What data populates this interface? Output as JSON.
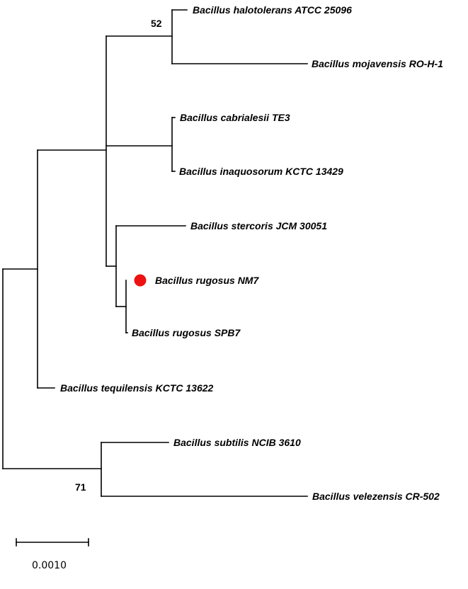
{
  "tree": {
    "taxa": [
      {
        "id": "halotolerans",
        "label": "Bacillus halotolerans ATCC 25096"
      },
      {
        "id": "mojavensis",
        "label": "Bacillus mojavensis RO-H-1"
      },
      {
        "id": "cabrialesii",
        "label": "Bacillus cabrialesii TE3"
      },
      {
        "id": "inaquosorum",
        "label": "Bacillus inaquosorum KCTC 13429"
      },
      {
        "id": "stercoris",
        "label": "Bacillus stercoris JCM 30051"
      },
      {
        "id": "rugosus-nm7",
        "label": "Bacillus rugosus NM7"
      },
      {
        "id": "rugosus-spb7",
        "label": "Bacillus rugosus SPB7"
      },
      {
        "id": "tequilensis",
        "label": "Bacillus tequilensis KCTC 13622"
      },
      {
        "id": "subtilis",
        "label": "Bacillus subtilis NCIB 3610"
      },
      {
        "id": "velezensis",
        "label": "Bacillus velezensis CR-502"
      }
    ],
    "bootstrap": [
      {
        "id": "node-halotolerans-mojavensis",
        "value": "52"
      },
      {
        "id": "node-subtilis-velezensis",
        "value": "71"
      }
    ],
    "highlighted_taxon": "Bacillus rugosus NM7",
    "highlight_color": "#ee1111",
    "line_color": "#000000"
  },
  "scale_bar": {
    "label": "0.0010"
  }
}
